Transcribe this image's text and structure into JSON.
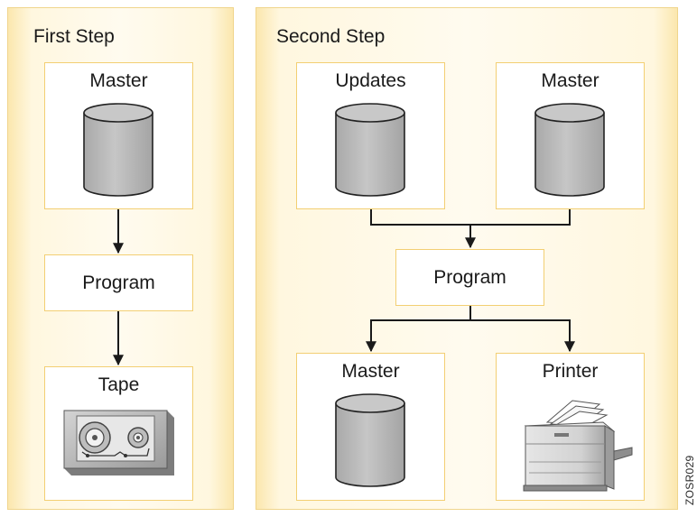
{
  "panels": [
    {
      "title": "First Step"
    },
    {
      "title": "Second Step"
    }
  ],
  "first_step": {
    "input_label": "Master",
    "program_label": "Program",
    "output_label": "Tape"
  },
  "second_step": {
    "input1_label": "Updates",
    "input2_label": "Master",
    "program_label": "Program",
    "output1_label": "Master",
    "output2_label": "Printer"
  },
  "icons": {
    "database": "database-cylinder-icon",
    "tape": "tape-drive-icon",
    "printer": "printer-icon"
  },
  "colors": {
    "panel_fill": "#fff7df",
    "panel_edge": "#fbe7ae",
    "box_border": "#f3cf73",
    "cylinder": "#b5b5b5",
    "arrow": "#1a1a1a"
  },
  "figure_id": "ZOSR029"
}
